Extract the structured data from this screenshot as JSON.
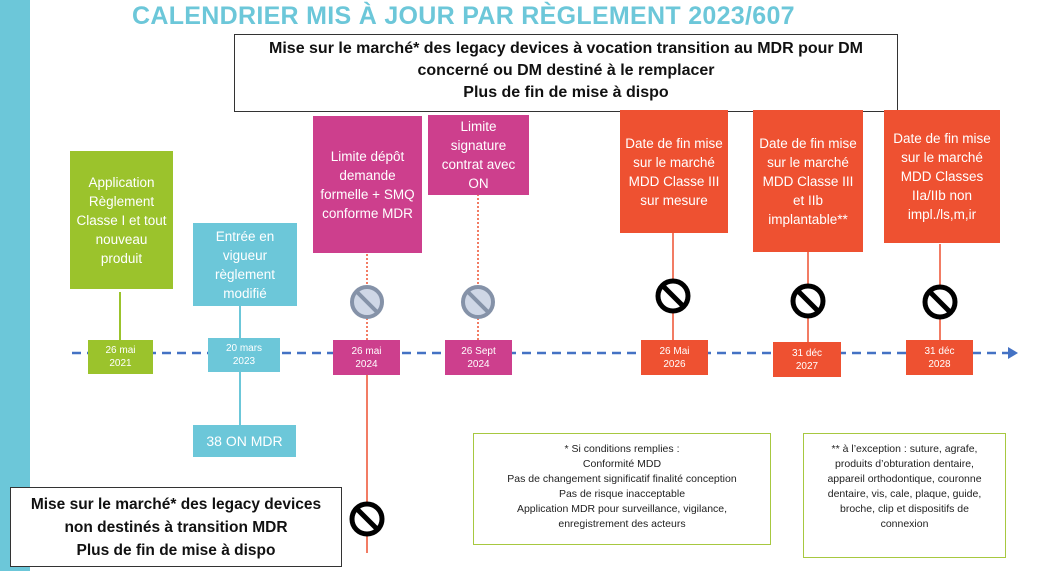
{
  "title": "CALENDRIER MIS À JOUR PAR RÈGLEMENT 2023/607",
  "top_box": {
    "line1": "Mise sur le marché* des legacy devices à vocation transition au MDR pour DM",
    "line2": "concerné ou DM destiné à le remplacer",
    "line3": "Plus de fin de mise à dispo"
  },
  "bottom_box": {
    "line1": "Mise sur le marché* des legacy devices",
    "line2": "non destinés à transition MDR",
    "line3": "Plus de fin de mise à dispo"
  },
  "events": [
    {
      "label": "Application Règlement Classe I et tout nouveau produit",
      "date_line1": "26 mai",
      "date_line2": "2021"
    },
    {
      "label": "Entrée en vigueur règlement modifié",
      "date_line1": "20 mars",
      "date_line2": "2023",
      "extra": "38 ON MDR"
    },
    {
      "label": "Limite dépôt demande formelle + SMQ conforme MDR",
      "date_line1": "26 mai",
      "date_line2": "2024"
    },
    {
      "label": "Limite signature contrat avec ON",
      "date_line1": "26 Sept",
      "date_line2": "2024"
    },
    {
      "label": "Date de fin mise sur le marché MDD Classe III sur mesure",
      "date_line1": "26 Mai",
      "date_line2": "2026"
    },
    {
      "label": "Date de fin mise sur le marché MDD Classe III et IIb implantable**",
      "date_line1": "31 déc",
      "date_line2": "2027"
    },
    {
      "label": "Date de fin mise sur le marché MDD Classes IIa/IIb non impl./ls,m,ir",
      "date_line1": "31 déc",
      "date_line2": "2028"
    }
  ],
  "note1": {
    "lines": [
      "* Si conditions remplies :",
      "Conformité MDD",
      "Pas de changement significatif finalité conception",
      "Pas de risque inacceptable",
      "Application MDR pour surveillance, vigilance,",
      "enregistrement des acteurs"
    ]
  },
  "note2": {
    "lines": [
      "** à l’exception : suture, agrafe,",
      "produits d’obturation dentaire,",
      "appareil orthodontique, couronne",
      "dentaire, vis, cale, plaque, guide,",
      "broche, clip et dispositifs de",
      "connexion"
    ]
  },
  "colors": {
    "green": "#9bc32c",
    "cyan": "#6cc7d9",
    "magenta": "#cd3f8d",
    "orange": "#ee5131",
    "timeline": "#4472c4"
  },
  "icons": {
    "forbidden": "no-entry-icon",
    "forbidden_faded": "no-entry-faded-icon"
  }
}
